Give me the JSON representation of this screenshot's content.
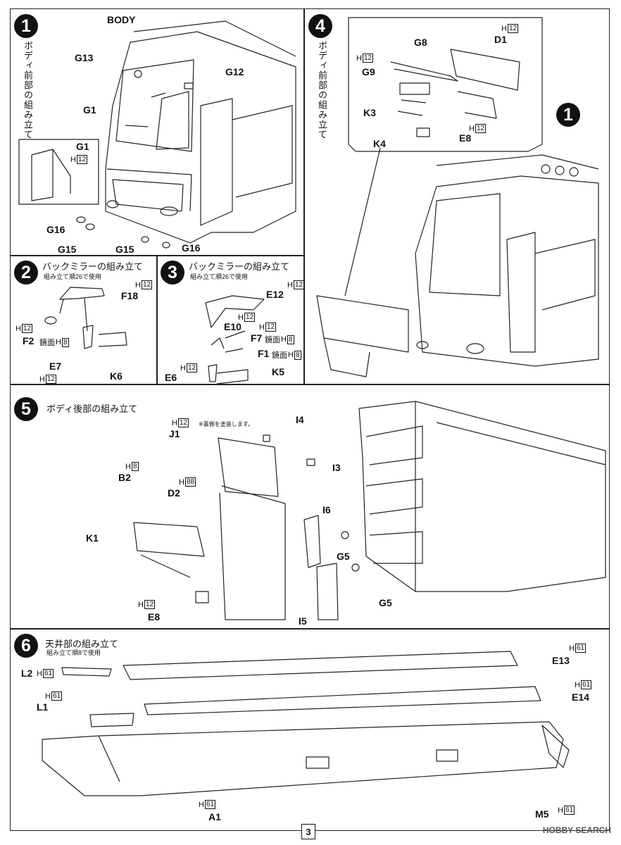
{
  "steps": [
    {
      "num": "1",
      "title": "ボディ前部の組み立て"
    },
    {
      "num": "2",
      "title": "バックミラーの組み立て",
      "sub": "組み立て順26で使用"
    },
    {
      "num": "3",
      "title": "バックミラーの組み立て",
      "sub": "組み立て順26で使用"
    },
    {
      "num": "4",
      "title": "ボディ前部の組み立て"
    },
    {
      "num": "5",
      "title": "ボディ後部の組み立て"
    },
    {
      "num": "6",
      "title": "天井部の組み立て",
      "sub": "組み立て順8で使用"
    }
  ],
  "parts": {
    "body": "BODY",
    "g13": "G13",
    "g12": "G12",
    "g1": "G1",
    "g1b": "G1",
    "g16a": "G16",
    "g15a": "G15",
    "g15b": "G15",
    "g16b": "G16",
    "f18": "F18",
    "f2": "F2",
    "e7": "E7",
    "k6": "K6",
    "e12": "E12",
    "e10": "E10",
    "f7": "F7",
    "f1": "F1",
    "e6": "E6",
    "k5": "K5",
    "g8": "G8",
    "d1": "D1",
    "g9": "G9",
    "k3": "K3",
    "k4": "K4",
    "e8a": "E8",
    "ref1": "1",
    "i4": "I4",
    "j1": "J1",
    "i3": "I3",
    "b2": "B2",
    "d2": "D2",
    "k1": "K1",
    "i6": "I6",
    "g5a": "G5",
    "g5b": "G5",
    "e8b": "E8",
    "i5": "I5",
    "l2": "L2",
    "l1": "L1",
    "e13": "E13",
    "e14": "E14",
    "a1": "A1",
    "m5": "M5"
  },
  "codes": {
    "h": "H",
    "c12": "12",
    "c8": "8",
    "c88": "88",
    "c61": "61",
    "mirror": "鏡面",
    "paint_back": "※裏側を塗装します。"
  },
  "footer": {
    "page": "3",
    "brand": "HOBBY SEARCH"
  }
}
